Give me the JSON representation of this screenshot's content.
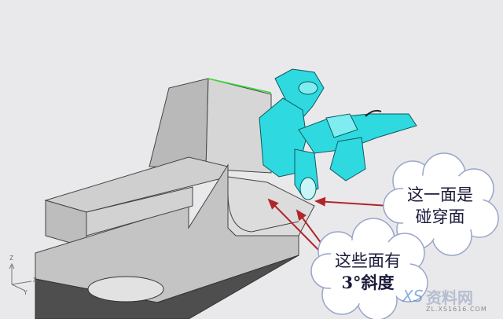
{
  "annotations": {
    "cloud1": {
      "line1": "这一面是",
      "line2": "碰穿面"
    },
    "cloud2": {
      "line1": "这些面有",
      "line2": "3°斜度"
    }
  },
  "axis_triad": {
    "z": "Z",
    "x": "X",
    "y": "Y"
  },
  "watermark": {
    "brand": "资料网",
    "url": "ZL.XS1616.COM",
    "logo": "XS"
  },
  "colors": {
    "part": "#2fd9e0",
    "mold_light": "#c8c8c8",
    "mold_dark": "#505050",
    "arrow": "#b0262a",
    "edge_highlight": "#33dd33"
  }
}
